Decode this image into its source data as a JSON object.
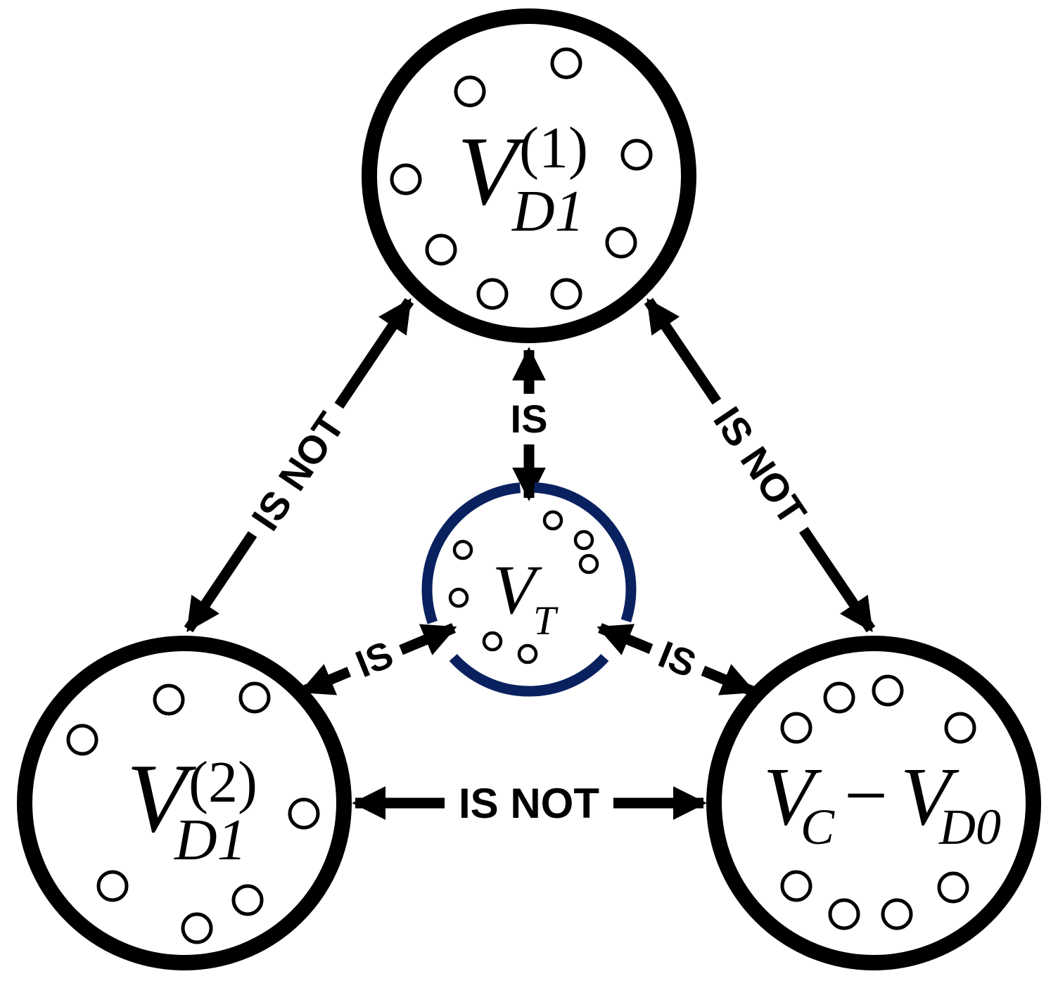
{
  "nodes": {
    "top": {
      "main": "V",
      "sup": "(1)",
      "sub": "D1"
    },
    "left": {
      "main": "V",
      "sup": "(2)",
      "sub": "D1"
    },
    "right": {
      "main1": "V",
      "sub1": "C",
      "minus": "−",
      "main2": "V",
      "sub2": "D0"
    },
    "center": {
      "main": "V",
      "sub": "T"
    }
  },
  "edges": {
    "top_left": {
      "label": "IS NOT"
    },
    "top_right": {
      "label": "IS NOT"
    },
    "left_right": {
      "label": "IS NOT"
    },
    "top_center": {
      "label": "IS"
    },
    "left_center": {
      "label": "IS"
    },
    "right_center": {
      "label": "IS"
    }
  },
  "colors": {
    "stroke": "#000000",
    "center_ring": "#0a2160",
    "background": "#ffffff"
  }
}
